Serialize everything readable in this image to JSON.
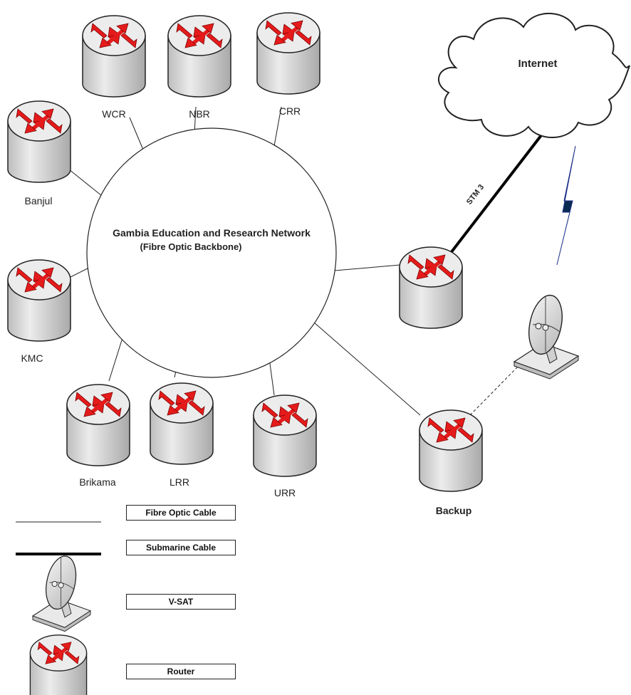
{
  "backbone": {
    "title_line1": "Gambia Education and Research Network",
    "title_line2": "(Fibre Optic Backbone)"
  },
  "routers": {
    "wcr": "WCR",
    "nbr": "NBR",
    "crr": "CRR",
    "banjul": "Banjul",
    "kmc": "KMC",
    "brikama": "Brikama",
    "lrr": "LRR",
    "urr": "URR",
    "backup": "Backup"
  },
  "internet": {
    "label": "Internet"
  },
  "links": {
    "stm": "STM 3"
  },
  "legend": {
    "fibre": "Fibre Optic Cable",
    "submarine": "Submarine Cable",
    "vsat": "V-SAT",
    "router": "Router"
  },
  "colors": {
    "arrow": "#e51b1b",
    "cylinder_top": "#e6e6e6",
    "cylinder_body": "#d4d4d4",
    "stroke": "#222222"
  }
}
